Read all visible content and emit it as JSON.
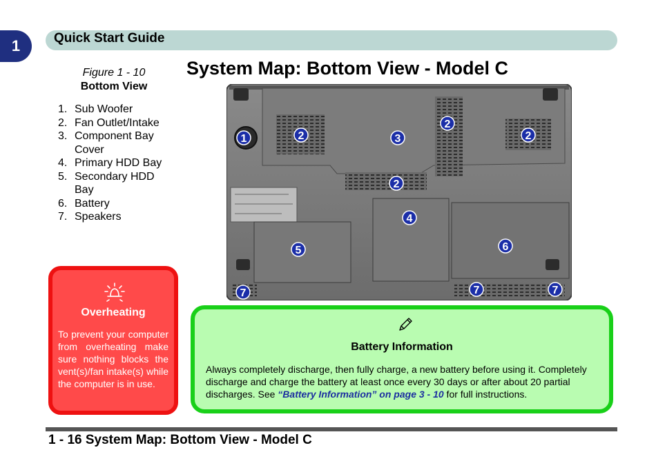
{
  "chapter_number": "1",
  "header": {
    "title": "Quick Start Guide"
  },
  "page_title": "System Map: Bottom View - Model C",
  "figure": {
    "number": "Figure 1 - 10",
    "title": "Bottom View"
  },
  "legend": [
    {
      "num": "1.",
      "label": "Sub Woofer"
    },
    {
      "num": "2.",
      "label": "Fan Outlet/Intake"
    },
    {
      "num": "3.",
      "label": "Component Bay Cover"
    },
    {
      "num": "4.",
      "label": "Primary HDD Bay"
    },
    {
      "num": "5.",
      "label": "Secondary HDD Bay"
    },
    {
      "num": "6.",
      "label": "Battery"
    },
    {
      "num": "7.",
      "label": "Speakers"
    }
  ],
  "callouts": [
    "1",
    "2",
    "3",
    "2",
    "2",
    "2",
    "4",
    "5",
    "6",
    "7",
    "7",
    "7"
  ],
  "warning": {
    "title": "Overheating",
    "text": "To prevent your computer from overheating make sure nothing blocks the vent(s)/fan intake(s) while the computer is in use.",
    "icon": "overheat-icon"
  },
  "note": {
    "title": "Battery Information",
    "text_before": "Always completely discharge, then fully charge, a new battery before using it. Completely discharge and charge the battery at least once every 30 days or after about 20 partial discharges. See ",
    "link": "“Battery Information” on page 3 - 10",
    "text_after": " for full instructions.",
    "icon": "pencil-icon"
  },
  "footer": {
    "text": "1 - 16 System Map: Bottom View - Model C"
  },
  "colors": {
    "chapter_tab": "#1f2f80",
    "header_bar": "#bcd7d3",
    "warning_bg": "#ff4a4a",
    "note_bg": "#b9fcb1",
    "callout": "#1b2ea8"
  }
}
